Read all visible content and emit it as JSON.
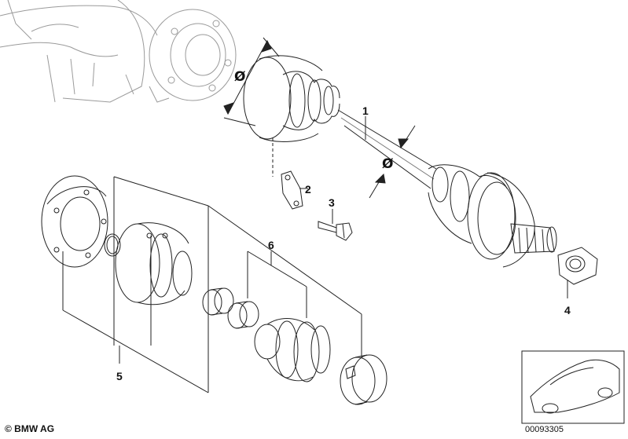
{
  "callouts": {
    "c1": "1",
    "c2": "2",
    "c3": "3",
    "c4": "4",
    "c5": "5",
    "c6": "6"
  },
  "diameter_symbol": "Ø",
  "footer": {
    "copyright": "© BMW AG",
    "part_number": "00093305"
  }
}
